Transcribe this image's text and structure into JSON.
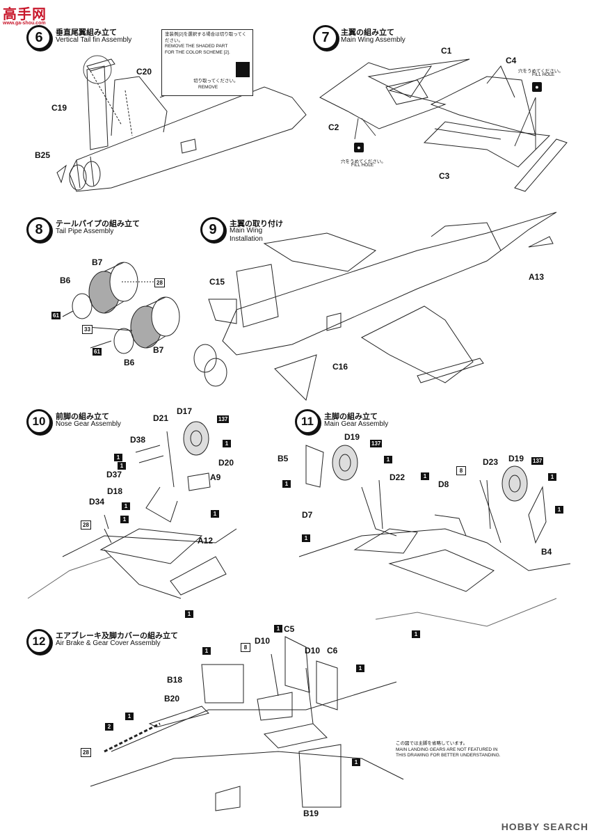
{
  "watermark": {
    "top_logo": "高手网",
    "top_url": "www.ga-shou.com",
    "bottom": "HOBBY SEARCH"
  },
  "steps": {
    "s6": {
      "num": "6",
      "jp": "垂直尾翼組み立て",
      "en": "Vertical Tail fin Assembly"
    },
    "s7": {
      "num": "7",
      "jp": "主翼の組み立て",
      "en": "Main Wing Assembly"
    },
    "s8": {
      "num": "8",
      "jp": "テールパイプの組み立て",
      "en": "Tail Pipe Assembly"
    },
    "s9": {
      "num": "9",
      "jp": "主翼の取り付け",
      "en": "Main Wing",
      "en2": "Installation"
    },
    "s10": {
      "num": "10",
      "jp": "前脚の組み立て",
      "en": "Nose Gear Assembly"
    },
    "s11": {
      "num": "11",
      "jp": "主脚の組み立て",
      "en": "Main Gear Assembly"
    },
    "s12": {
      "num": "12",
      "jp": "エアブレーキ及脚カバーの組み立て",
      "en": "Air Brake & Gear Cover Assembly"
    }
  },
  "notes": {
    "shaded_jp": "塗装例[2]を選択する場合は切り取ってください。",
    "shaded_en1": "REMOVE THE SHADED PART",
    "shaded_en2": "FOR THE COLOR SCHEME [2].",
    "remove_jp": "切り取ってください。",
    "remove_en": "REMOVE",
    "fill_jp": "穴をうめてください。",
    "fill_en": "FILL HOLE",
    "gear_jp": "この図では主脚を省略しています。",
    "gear_en1": "MAIN LANDING GEARS ARE NOT FEATURED IN",
    "gear_en2": "THIS DRAWING FOR BETTER UNDERSTANDING."
  },
  "labels": {
    "c20": "C20",
    "c19": "C19",
    "b25": "B25",
    "c1": "C1",
    "c4": "C4",
    "c2": "C2",
    "c3": "C3",
    "b7a": "B7",
    "b6a": "B6",
    "b7b": "B7",
    "b6b": "B6",
    "c15": "C15",
    "c16": "C16",
    "a13": "A13",
    "d21": "D21",
    "d17": "D17",
    "d38": "D38",
    "d20": "D20",
    "a9": "A9",
    "d37": "D37",
    "d18": "D18",
    "d34": "D34",
    "a12": "A12",
    "b5": "B5",
    "d19a": "D19",
    "d22": "D22",
    "d7": "D7",
    "d8": "D8",
    "d23": "D23",
    "d19b": "D19",
    "b4": "B4",
    "c5": "C5",
    "d10a": "D10",
    "d10b": "D10",
    "c6": "C6",
    "b18": "B18",
    "b20": "B20",
    "b19": "B19"
  },
  "paints": {
    "p1": "1",
    "p2": "2",
    "p8": "8",
    "p28": "28",
    "p33": "33",
    "p61": "61",
    "p137": "137"
  }
}
